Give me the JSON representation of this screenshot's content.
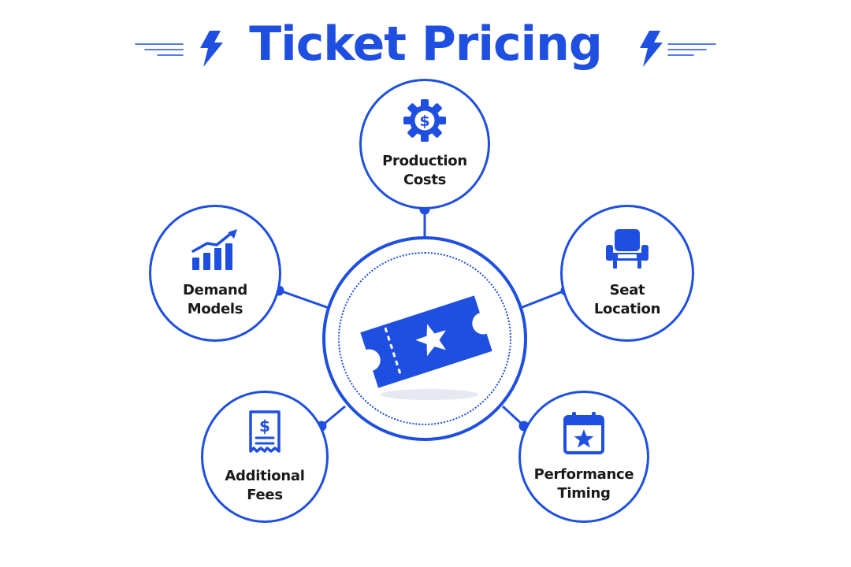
{
  "title": "Ticket Pricing",
  "colors": {
    "accent": "#1f4fe0",
    "text": "#1a1a1a",
    "background": "#ffffff"
  },
  "title_icons": [
    "lightning-bolt-icon",
    "lightning-bolt-icon"
  ],
  "hub": {
    "icon": "ticket-star-icon"
  },
  "nodes": {
    "production_costs": {
      "icon": "gear-dollar-icon",
      "line1": "Production",
      "line2": "Costs"
    },
    "demand_models": {
      "icon": "bar-chart-trend-icon",
      "line1": "Demand",
      "line2": "Models"
    },
    "seat_location": {
      "icon": "seat-icon",
      "line1": "Seat",
      "line2": "Location"
    },
    "additional_fees": {
      "icon": "receipt-dollar-icon",
      "line1": "Additional",
      "line2": "Fees"
    },
    "performance_timing": {
      "icon": "calendar-star-icon",
      "line1": "Performance",
      "line2": "Timing"
    }
  }
}
